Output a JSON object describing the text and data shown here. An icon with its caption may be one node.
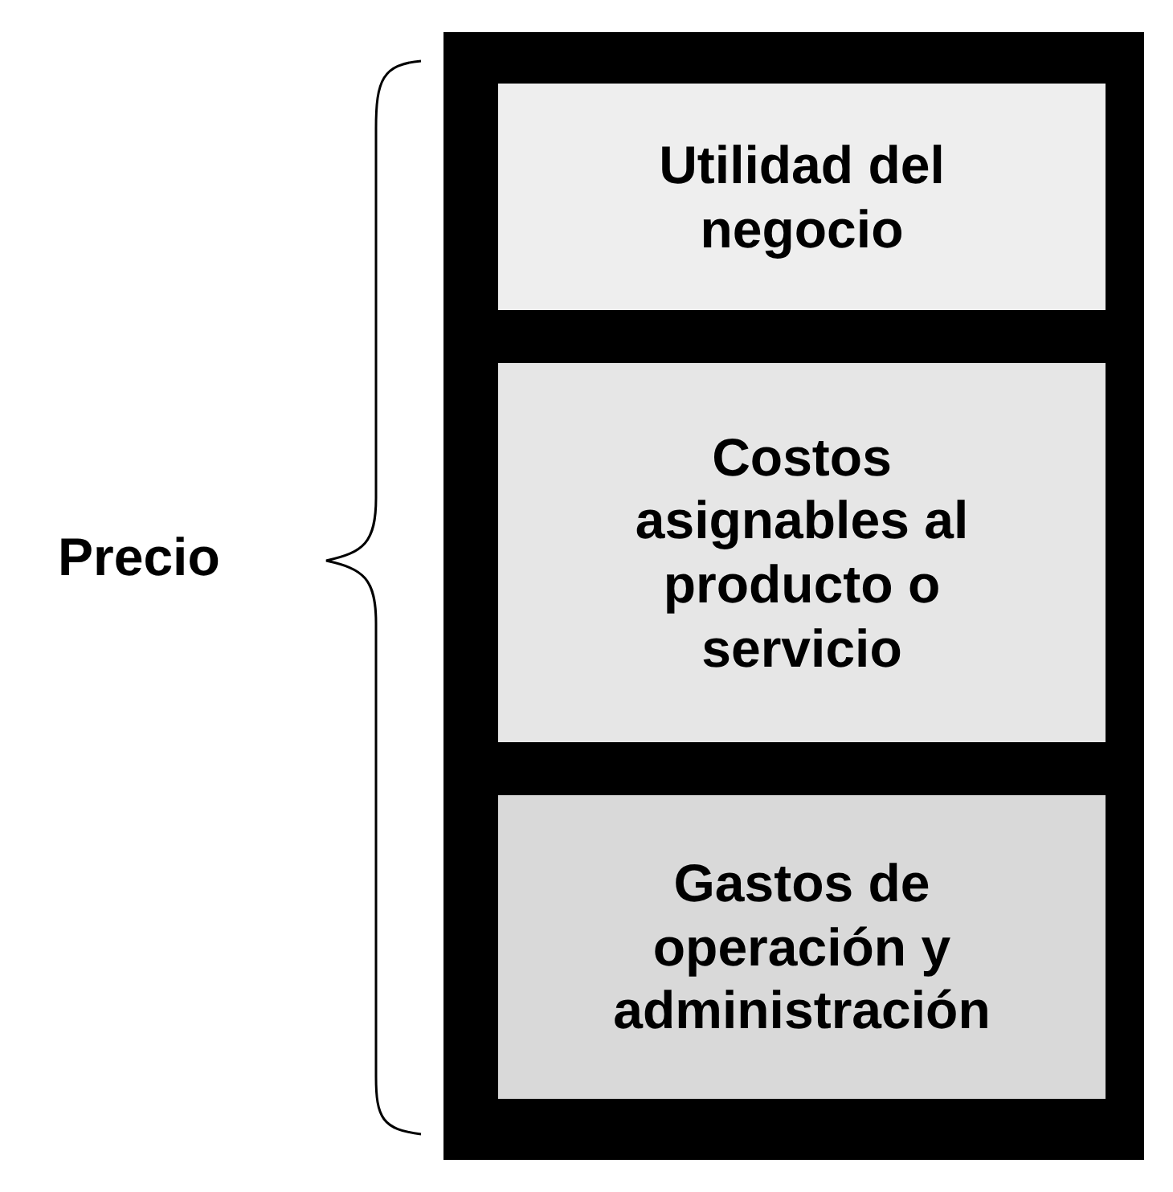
{
  "diagram": {
    "nodes": [
      {
        "text": [],
        "shape": "box"
      },
      {
        "text": [
          "Utilidad del negocio"
        ],
        "in": 0
      },
      {
        "text": [
          "Costos asignables al producto o servicio"
        ],
        "in": 0
      },
      {
        "text": [
          "Gastos de operación y administración"
        ],
        "in": 0
      }
    ],
    "labels": [
      "Precio"
    ]
  }
}
